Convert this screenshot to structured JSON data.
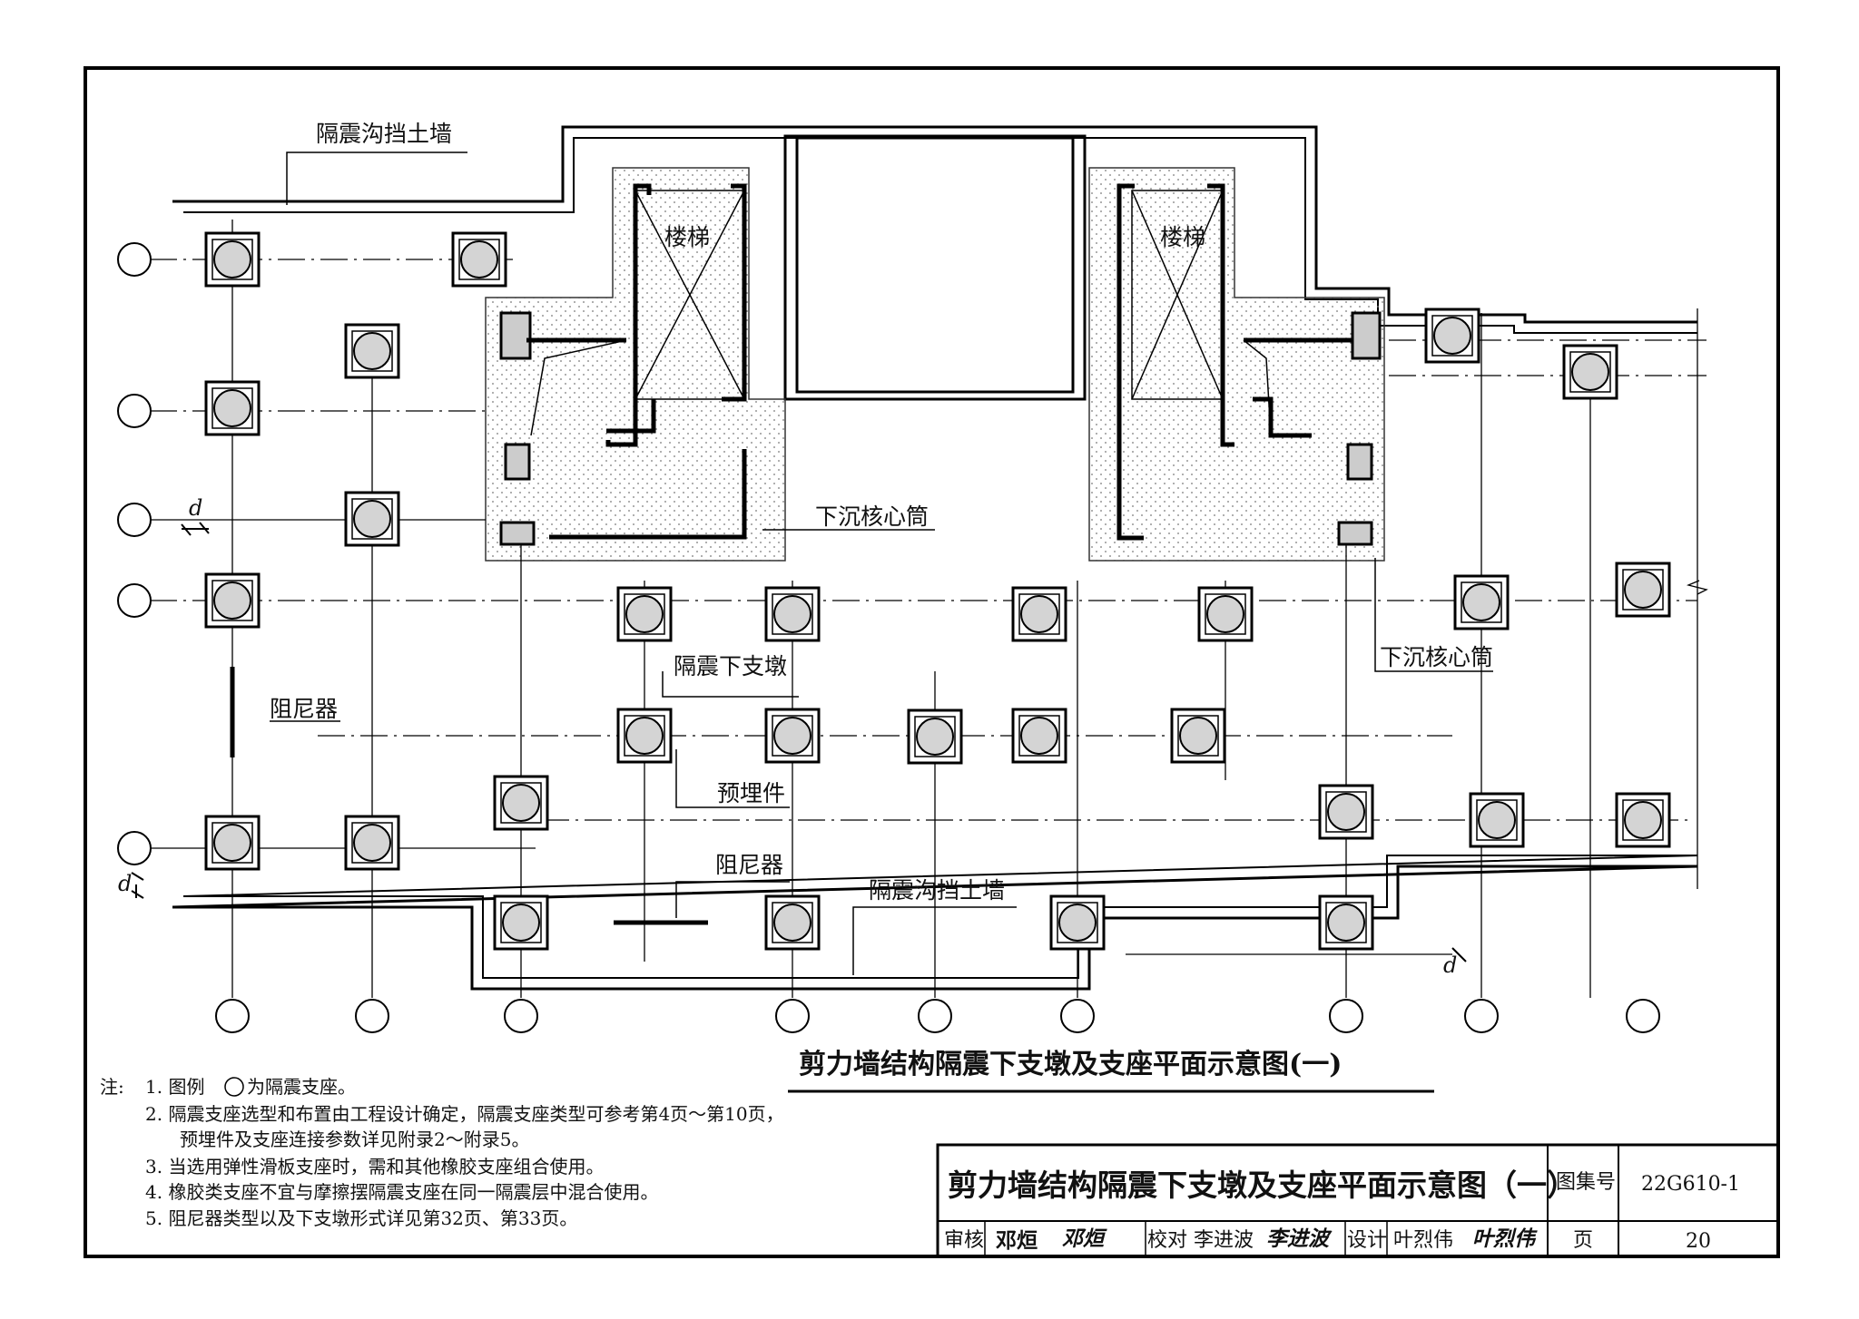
{
  "plan": {
    "labels": {
      "retaining_wall_top": "隔震沟挡土墙",
      "retaining_wall_bottom": "隔震沟挡土墙",
      "stair_left": "楼梯",
      "stair_right": "楼梯",
      "sunken_core_left": "下沉核心筒",
      "sunken_core_right": "下沉核心筒",
      "pier": "隔震下支墩",
      "damper_left": "阻尼器",
      "damper_bottom": "阻尼器",
      "embedded_part": "预埋件",
      "dim_d": "d"
    },
    "title": "剪力墙结构隔震下支墩及支座平面示意图(一)"
  },
  "notes": {
    "heading": "注:",
    "legend_prefix": "1. 图例",
    "legend_suffix": "为隔震支座。",
    "item2a": "2. 隔震支座选型和布置由工程设计确定，隔震支座类型可参考第4页～第10页，",
    "item2b": "预埋件及支座连接参数详见附录2～附录5。",
    "item3": "3. 当选用弹性滑板支座时，需和其他橡胶支座组合使用。",
    "item4": "4. 橡胶类支座不宜与摩擦摆隔震支座在同一隔震层中混合使用。",
    "item5": "5. 阻尼器类型以及下支墩形式详见第32页、第33页。"
  },
  "title_block": {
    "title": "剪力墙结构隔震下支墩及支座平面示意图（一）",
    "atlas_label": "图集号",
    "atlas_no": "22G610-1",
    "review_label": "审核",
    "reviewer": "邓烜",
    "reviewer_sig": "邓烜",
    "check_label": "校对",
    "checker": "李进波",
    "checker_sig": "李进波",
    "design_label": "设计",
    "designer": "叶烈伟",
    "designer_sig": "叶烈伟",
    "page_label": "页",
    "page_no": "20"
  }
}
